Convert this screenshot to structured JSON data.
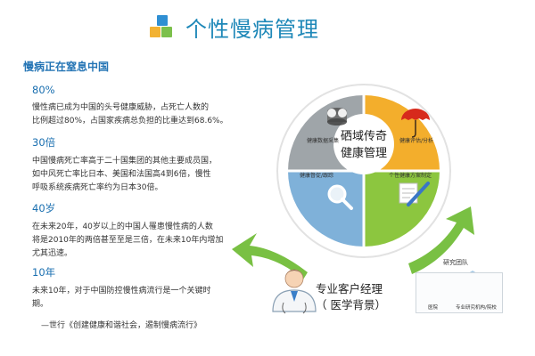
{
  "title": "个性慢病管理",
  "lead": "慢病正在窒息中国",
  "stats": [
    {
      "value": "80%",
      "lines": [
        "慢性病已成为中国的头号健康威胁，占死亡人数的",
        "比例超过80%，占国家疾病总负担的比重达到68.6%。"
      ]
    },
    {
      "value": "30倍",
      "lines": [
        "中国慢病死亡率高于二十国集团的其他主要成员国，",
        "如中风死亡率比日本、美国和法国高4到6倍，慢性",
        "呼吸系统疾病死亡率约为日本30倍。"
      ]
    },
    {
      "value": "40岁",
      "lines": [
        "在未来20年，40岁以上的中国人罹患慢性病的人数",
        "将是2010年的两倍甚至至是三倍，在未来10年内增加",
        "尤其迅速。"
      ]
    },
    {
      "value": "10年",
      "lines": [
        "未来10年，对于中国防控慢性病流行是一个关键时",
        "期。"
      ]
    }
  ],
  "source": "—世行《创建健康和谐社会，遏制慢病流行》",
  "center": {
    "line1": "硒域传奇",
    "line2": "健康管理"
  },
  "quadrants": {
    "top_left": "健康数据采集",
    "top_right": "健康评估/分析",
    "bottom_right": "个性健康方案制定",
    "bottom_left": "健康督促/跟踪"
  },
  "manager": {
    "line1": "专业客户经理",
    "line2": "（ 医学背景）"
  },
  "team": {
    "title": "研究团队",
    "left": "医院",
    "right": "专业研究机构/院校"
  },
  "colors": {
    "accent": "#1e88b8",
    "q_top_left": "#9fa5a9",
    "q_top_right": "#f3ae2c",
    "q_bottom_right": "#8cc63f",
    "q_bottom_left": "#7fb1d9",
    "arrow": "#79c043"
  }
}
